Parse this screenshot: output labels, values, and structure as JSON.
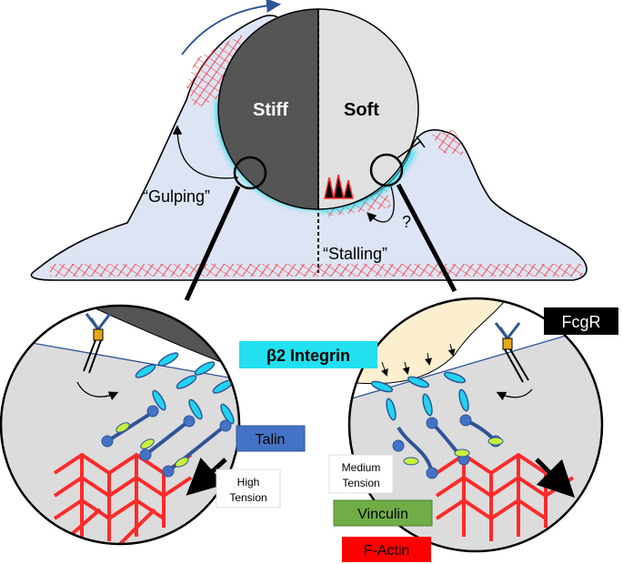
{
  "particle": {
    "stiff_label": "Stiff",
    "soft_label": "Soft"
  },
  "cell_labels": {
    "gulping": "“Gulping”",
    "stalling": "“Stalling”",
    "question": "?"
  },
  "legend": {
    "integrin": "β2 Integrin",
    "talin": "Talin",
    "vinculin": "Vinculin",
    "factin": "F-Actin",
    "fcgr": "FcgR"
  },
  "tension": {
    "high_line1": "High",
    "high_line2": "Tension",
    "medium_line1": "Medium",
    "medium_line2": "Tension"
  },
  "colors": {
    "cell_fill": "#dde4f3",
    "stiff_half": "#555555",
    "soft_half": "#e0e0e0",
    "actin": "#ff2a2a",
    "integrin_box": "#22e0f0",
    "talin_box": "#4472c4",
    "vinculin_box": "#70ad47",
    "factin_box": "#ff0000",
    "fcgr_box": "#000000",
    "soft_membrane": "#fbefd0"
  }
}
